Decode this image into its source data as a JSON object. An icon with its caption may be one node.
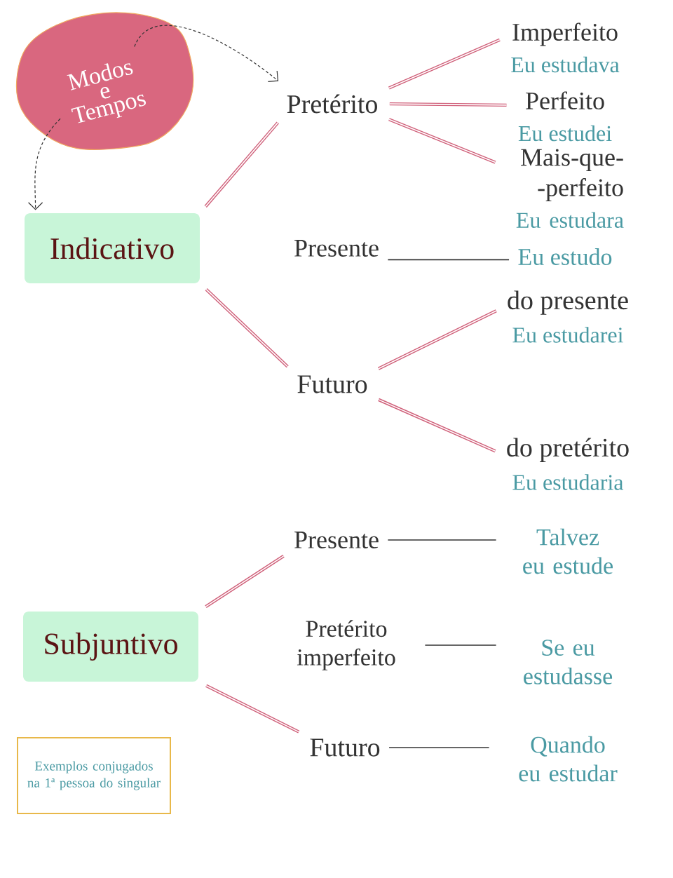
{
  "diagram": {
    "nodes": [
      {
        "text": [
          "Modos e Tempos"
        ]
      },
      {
        "text": [
          "Indicativo"
        ]
      },
      {
        "text": [
          "Pretérito"
        ]
      },
      {
        "text": [
          "Imperfeito",
          "Eu estudava"
        ]
      },
      {
        "text": [
          "Perfeito",
          "Eu estudei"
        ]
      },
      {
        "text": [
          "Mais-que- -perfeito",
          "Eu estudara"
        ]
      },
      {
        "text": [
          "Presente"
        ]
      },
      {
        "text": [
          "Eu estudo"
        ]
      },
      {
        "text": [
          "Futuro"
        ]
      },
      {
        "text": [
          "do presente",
          "Eu estudarei"
        ]
      },
      {
        "text": [
          "do pretérito",
          "Eu estudaria"
        ]
      },
      {
        "text": [
          "Subjuntivo"
        ]
      },
      {
        "text": [
          "Presente"
        ]
      },
      {
        "text": [
          "Talvez eu estude"
        ]
      },
      {
        "text": [
          "Pretérito imperfeito"
        ]
      },
      {
        "text": [
          "Se eu estudasse"
        ]
      },
      {
        "text": [
          "Futuro"
        ]
      },
      {
        "text": [
          "Quando eu estudar"
        ]
      },
      {
        "text": [
          "Exemplos conjugados na 1ª pessoa do singular"
        ]
      }
    ],
    "edges": [
      {
        "from": 0,
        "to": 2,
        "arrow": "to",
        "style": "dashed",
        "color": "#333333"
      },
      {
        "from": 0,
        "to": 1,
        "arrow": "to",
        "style": "dashed",
        "color": "#333333"
      },
      {
        "from": 1,
        "to": 2,
        "arrow": "none"
      },
      {
        "from": 2,
        "to": 3,
        "arrow": "none"
      },
      {
        "from": 2,
        "to": 4,
        "arrow": "none"
      },
      {
        "from": 2,
        "to": 5,
        "arrow": "none"
      },
      {
        "from": 6,
        "to": 7,
        "arrow": "none",
        "color": "#333333"
      },
      {
        "from": 1,
        "to": 8,
        "arrow": "none"
      },
      {
        "from": 8,
        "to": 9,
        "arrow": "none"
      },
      {
        "from": 8,
        "to": 10,
        "arrow": "none"
      },
      {
        "from": 11,
        "to": 12,
        "arrow": "none"
      },
      {
        "from": 12,
        "to": 13,
        "arrow": "none",
        "color": "#333333"
      },
      {
        "from": 14,
        "to": 15,
        "arrow": "none",
        "color": "#333333"
      },
      {
        "from": 11,
        "to": 16,
        "arrow": "none"
      },
      {
        "from": 16,
        "to": 17,
        "arrow": "none",
        "color": "#333333"
      }
    ]
  }
}
